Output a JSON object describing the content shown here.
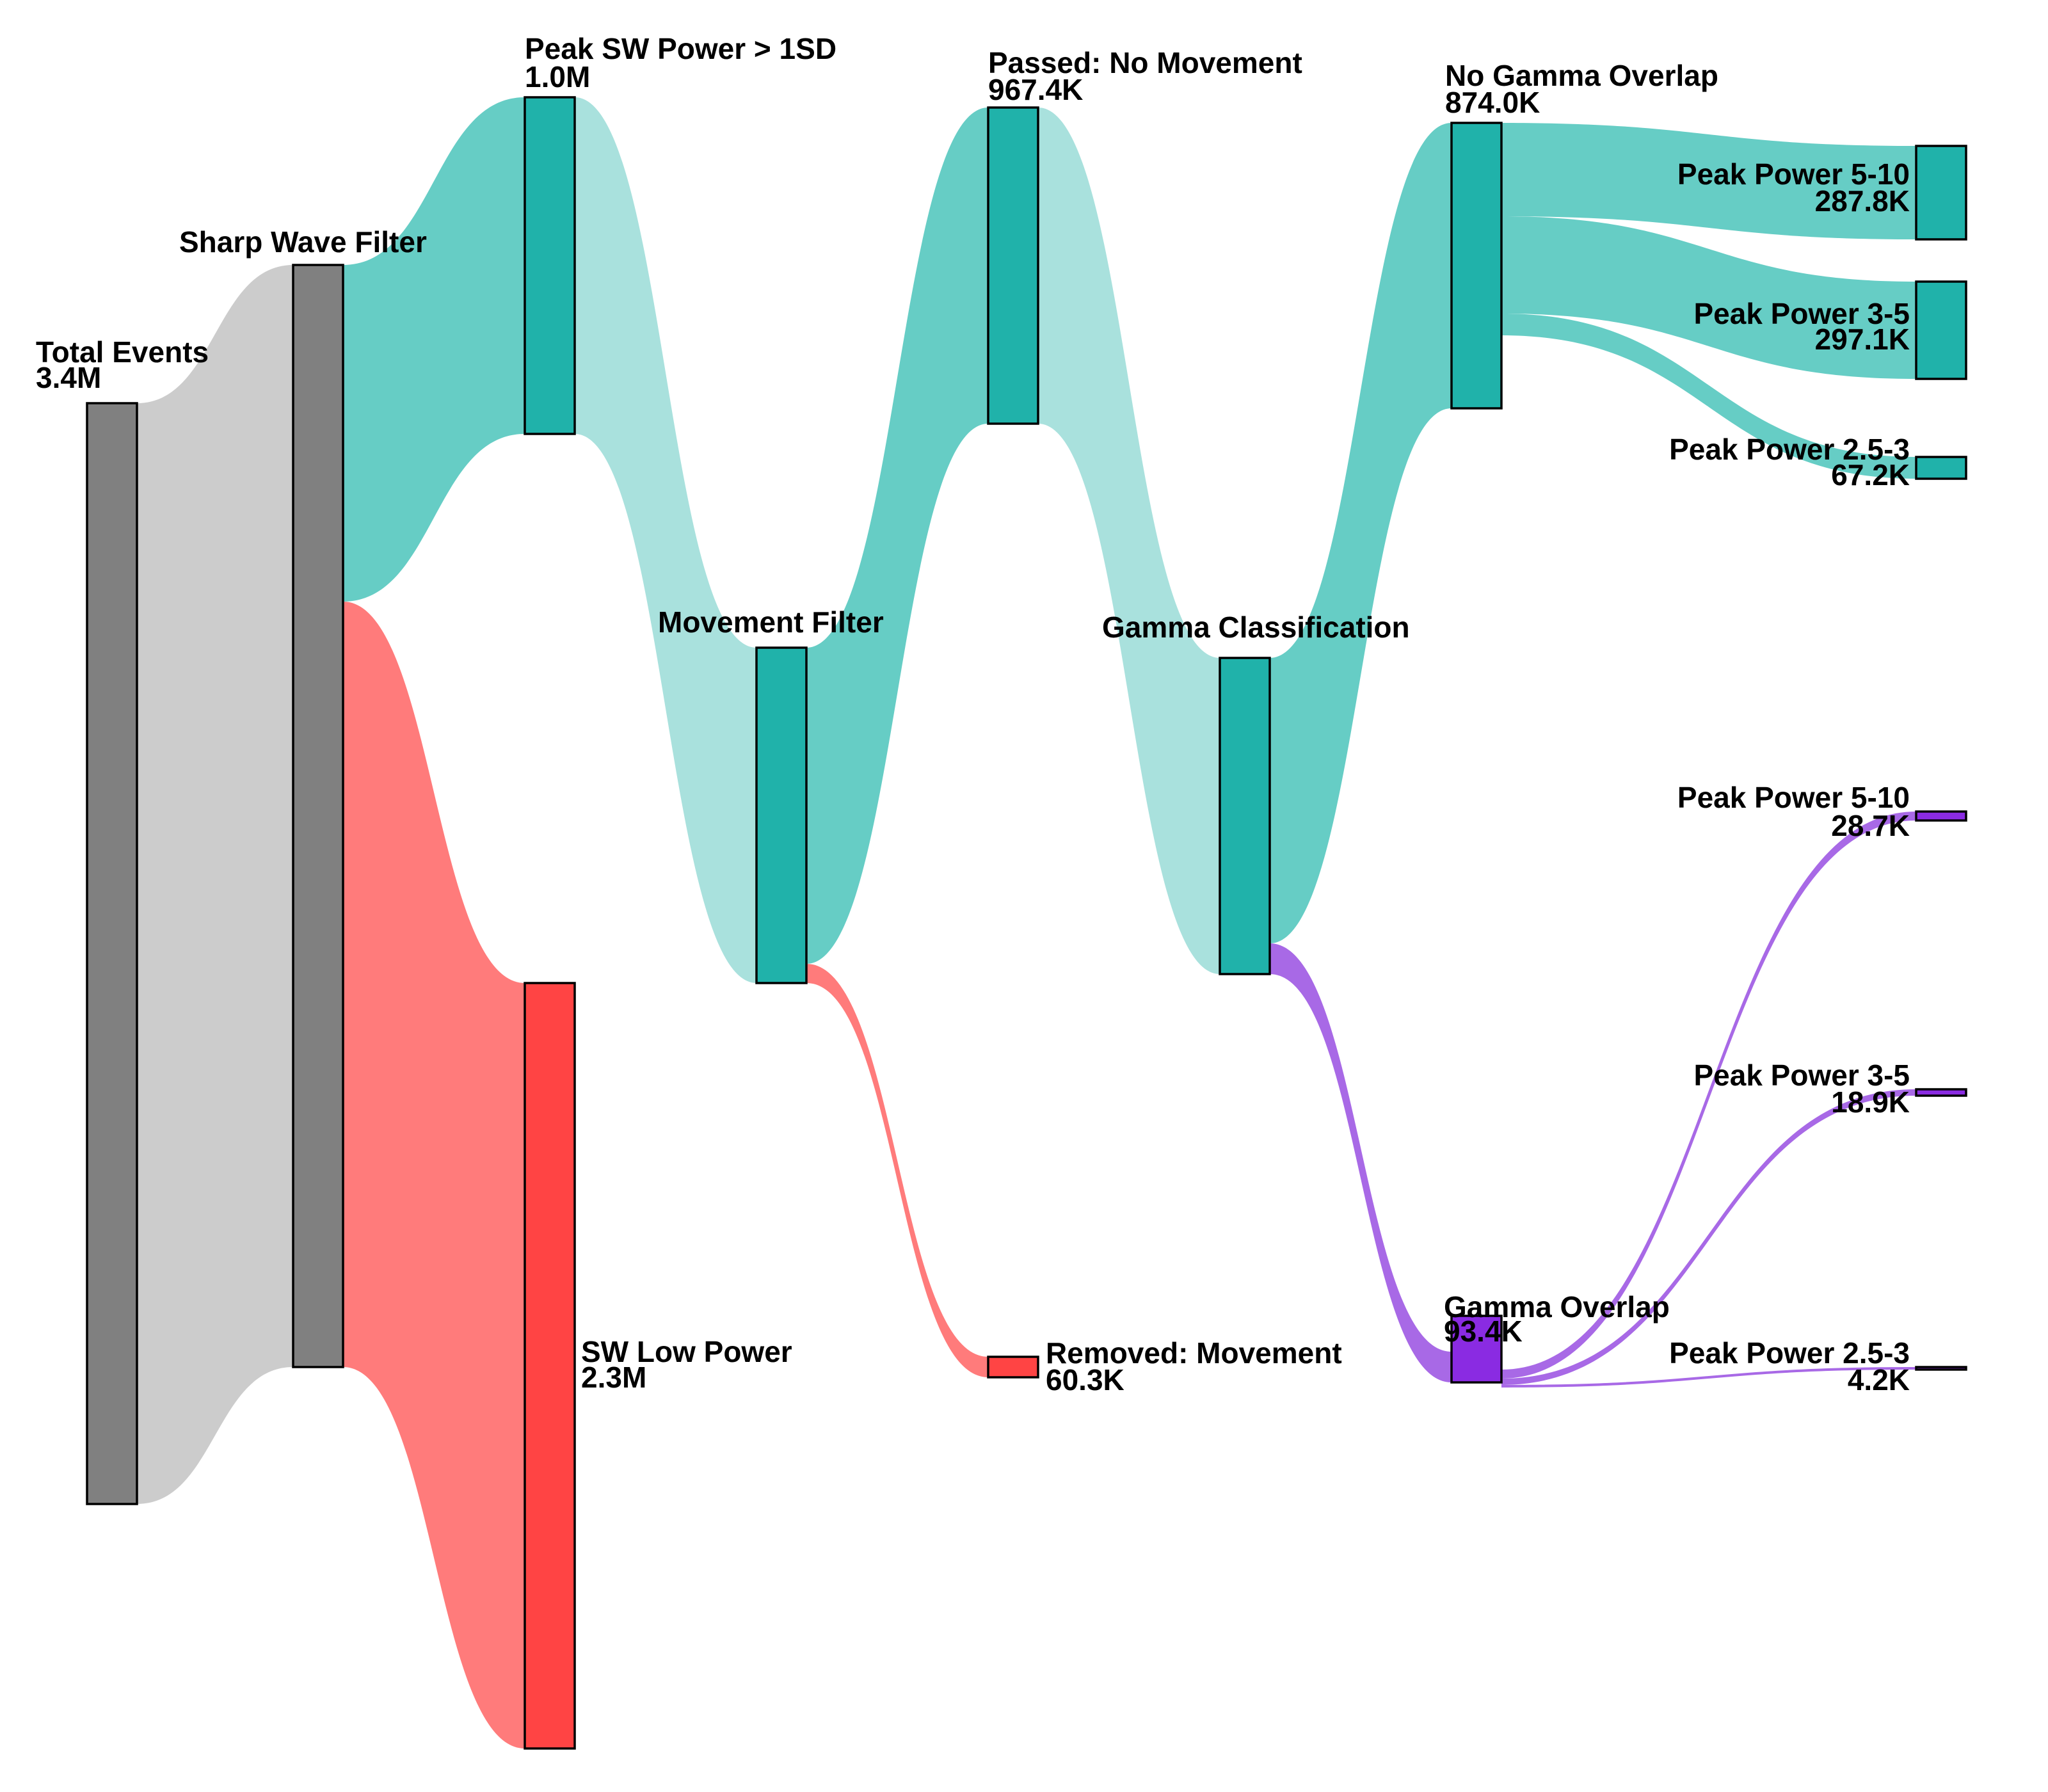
{
  "colors": {
    "gray_node": "#808080",
    "gray_flow": "#cccccc",
    "teal_node": "#20b2aa",
    "teal_flow": "#66cdc5",
    "teal_flow_light": "#a9e1dd",
    "red_node": "#ff4444",
    "red_flow": "#ff7b7b",
    "purple_node": "#8a2be2",
    "purple_flow": "#a869e6"
  },
  "nodes": [
    {
      "id": "total",
      "name": "Total Events",
      "value_label": "3.4M"
    },
    {
      "id": "sharp",
      "name": "Sharp Wave Filter",
      "value_label": ""
    },
    {
      "id": "peak1sd",
      "name": "Peak SW Power > 1SD",
      "value_label": "1.0M"
    },
    {
      "id": "lowpow",
      "name": "SW Low Power",
      "value_label": "2.3M"
    },
    {
      "id": "movement",
      "name": "Movement Filter",
      "value_label": ""
    },
    {
      "id": "passed",
      "name": "Passed: No Movement",
      "value_label": "967.4K"
    },
    {
      "id": "removed",
      "name": "Removed: Movement",
      "value_label": "60.3K"
    },
    {
      "id": "gammaclass",
      "name": "Gamma Classification",
      "value_label": ""
    },
    {
      "id": "nogamma",
      "name": "No Gamma Overlap",
      "value_label": "874.0K"
    },
    {
      "id": "gammaov",
      "name": "Gamma Overlap",
      "value_label": "93.4K"
    },
    {
      "id": "ng510",
      "name": "Peak Power 5-10",
      "value_label": "287.8K"
    },
    {
      "id": "ng35",
      "name": "Peak Power 3-5",
      "value_label": "297.1K"
    },
    {
      "id": "ng253",
      "name": "Peak Power 2.5-3",
      "value_label": "67.2K"
    },
    {
      "id": "g510",
      "name": "Peak Power 5-10",
      "value_label": "28.7K"
    },
    {
      "id": "g35",
      "name": "Peak Power 3-5",
      "value_label": "18.9K"
    },
    {
      "id": "g253",
      "name": "Peak Power 2.5-3",
      "value_label": "4.2K"
    }
  ],
  "links": [
    {
      "source": "total",
      "target": "sharp",
      "color": "gray"
    },
    {
      "source": "sharp",
      "target": "peak1sd",
      "color": "teal"
    },
    {
      "source": "sharp",
      "target": "lowpow",
      "color": "red"
    },
    {
      "source": "peak1sd",
      "target": "movement",
      "color": "teal_light"
    },
    {
      "source": "movement",
      "target": "passed",
      "color": "teal"
    },
    {
      "source": "movement",
      "target": "removed",
      "color": "red"
    },
    {
      "source": "passed",
      "target": "gammaclass",
      "color": "teal_light"
    },
    {
      "source": "gammaclass",
      "target": "nogamma",
      "color": "teal"
    },
    {
      "source": "gammaclass",
      "target": "gammaov",
      "color": "purple"
    },
    {
      "source": "nogamma",
      "target": "ng510",
      "color": "teal"
    },
    {
      "source": "nogamma",
      "target": "ng35",
      "color": "teal"
    },
    {
      "source": "nogamma",
      "target": "ng253",
      "color": "teal"
    },
    {
      "source": "gammaov",
      "target": "g510",
      "color": "purple"
    },
    {
      "source": "gammaov",
      "target": "g35",
      "color": "purple"
    },
    {
      "source": "gammaov",
      "target": "g253",
      "color": "purple"
    }
  ]
}
